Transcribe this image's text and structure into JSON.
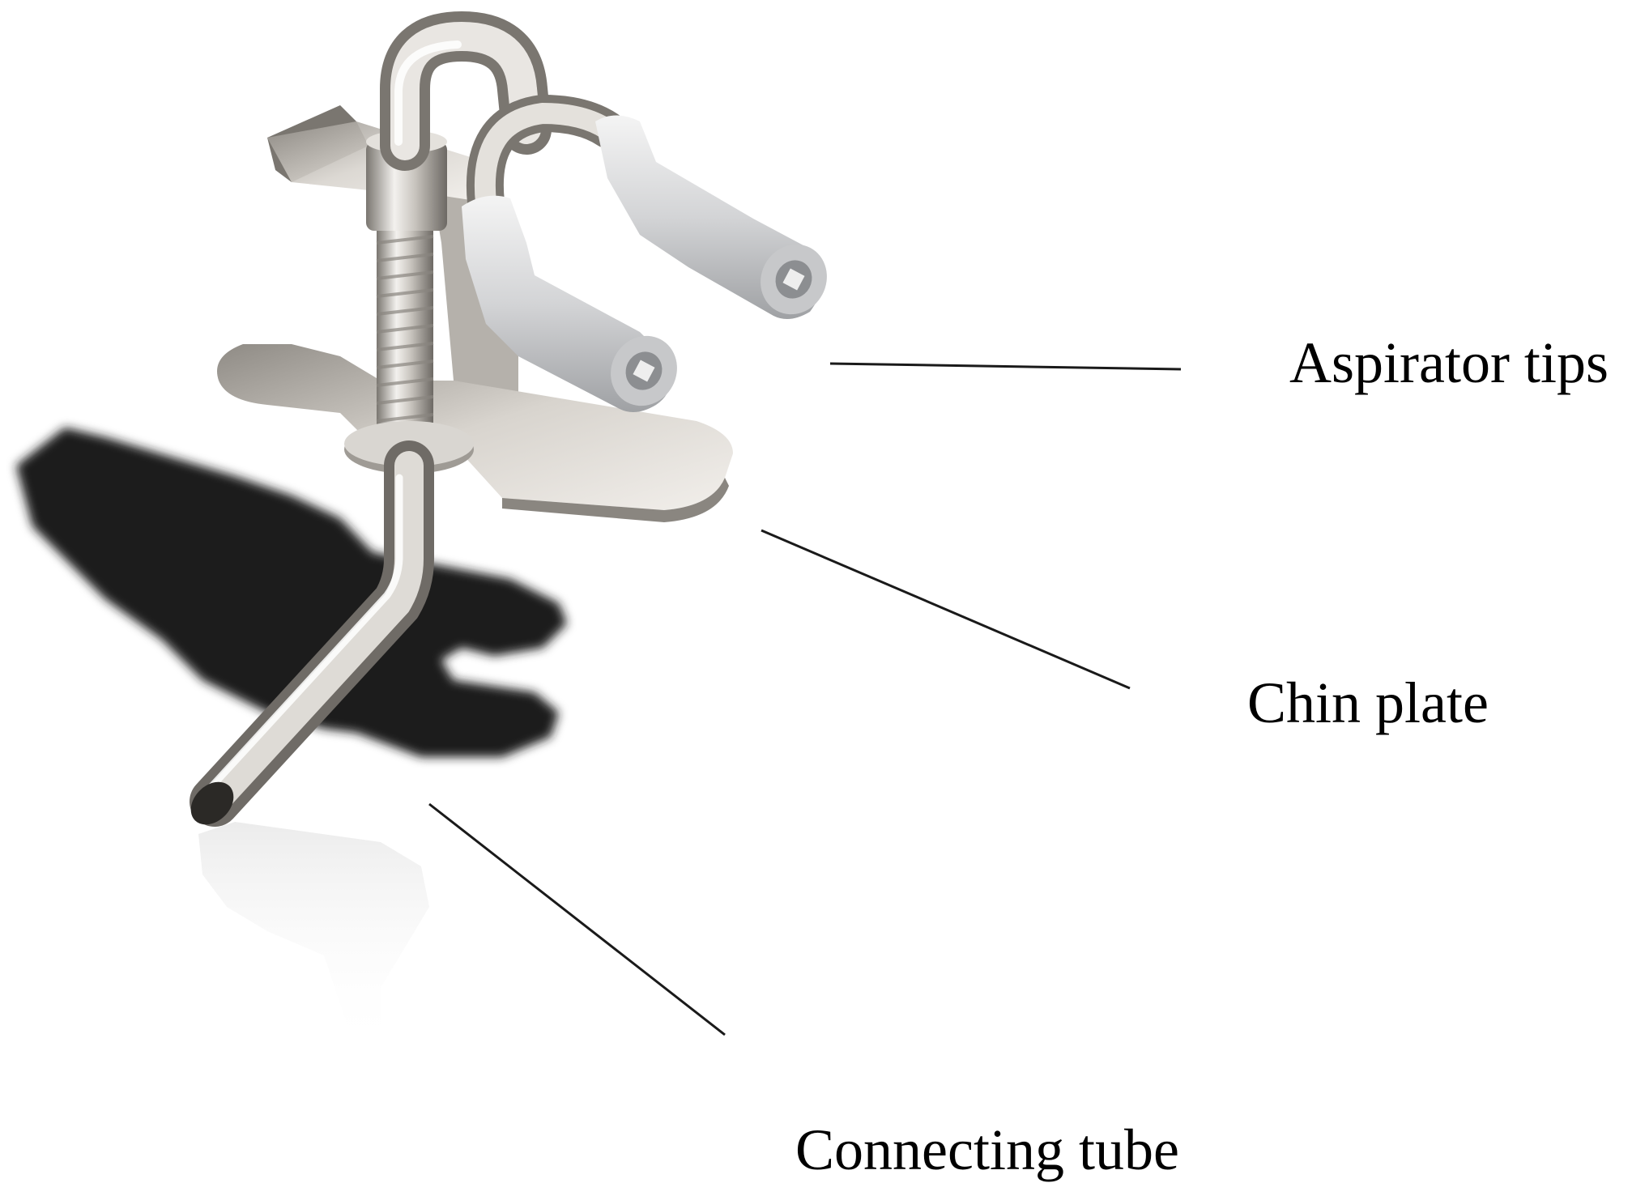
{
  "labels": {
    "aspirator_tips": "Aspirator tips",
    "chin_plate": "Chin plate",
    "connecting_tube": "Connecting tube"
  },
  "colors": {
    "background": "#ffffff",
    "text": "#000000",
    "leader_line": "#1a1a1a",
    "metal_light": "#e8e6e3",
    "metal_mid": "#b9b6b1",
    "metal_dark": "#6f6b66",
    "rubber_tip": "#d9dadb",
    "shadow": "#1e1e1e"
  }
}
